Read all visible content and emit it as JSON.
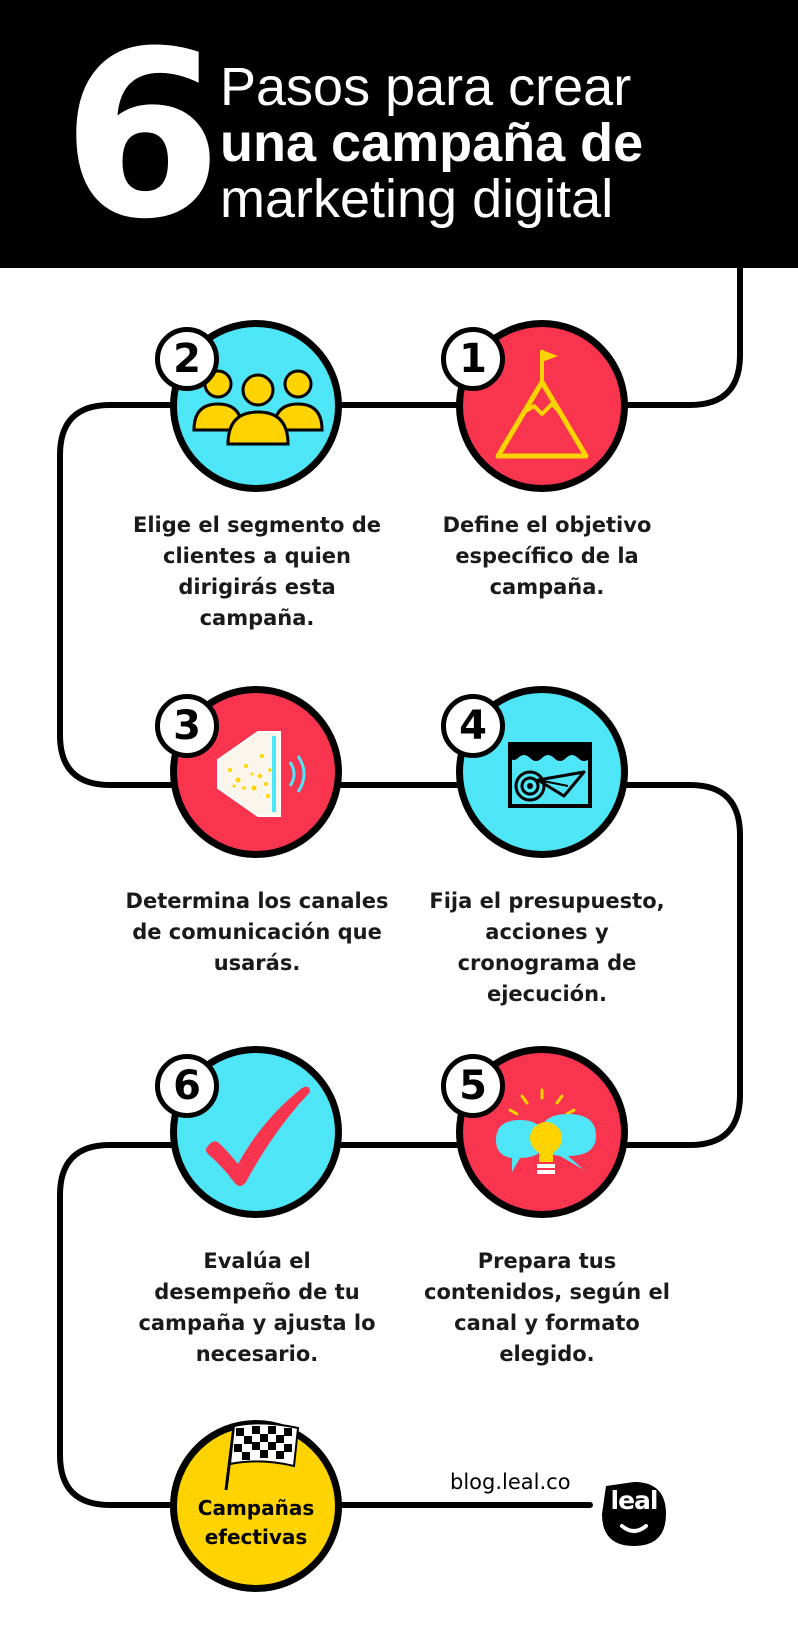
{
  "header": {
    "number": "6",
    "line1": "Pasos para crear",
    "line2": "una campaña de",
    "line3": "marketing digital"
  },
  "colors": {
    "background": "#ffffff",
    "header_bg": "#000000",
    "red": "#f8344f",
    "cyan": "#4ee6f6",
    "yellow": "#ffd300",
    "line": "#000000"
  },
  "steps": [
    {
      "number": "1",
      "icon": "mountain-flag-icon",
      "text": "Define el objetivo\nespecífico de la\ncampaña."
    },
    {
      "number": "2",
      "icon": "people-group-icon",
      "text": "Elige el segmento de\nclientes a quien\ndirigirás esta\ncampaña."
    },
    {
      "number": "3",
      "icon": "megaphone-icon",
      "text": "Determina los canales\nde comunicación que\nusarás."
    },
    {
      "number": "4",
      "icon": "calendar-target-icon",
      "text": "Fija el presupuesto,\nacciones y\ncronograma de\nejecución."
    },
    {
      "number": "5",
      "icon": "speech-bubbles-lightbulb-icon",
      "text": "Prepara tus\ncontenidos, según el\ncanal y formato\nelegido."
    },
    {
      "number": "6",
      "icon": "checkmark-icon",
      "text": "Evalúa el\ndesempeño de tu\ncampaña y ajusta lo\nnecesario."
    }
  ],
  "final": {
    "icon": "checkered-flag-icon",
    "label": "Campañas\nefectivas"
  },
  "footer": {
    "url": "blog.leal.co",
    "logo_text": "leal"
  }
}
